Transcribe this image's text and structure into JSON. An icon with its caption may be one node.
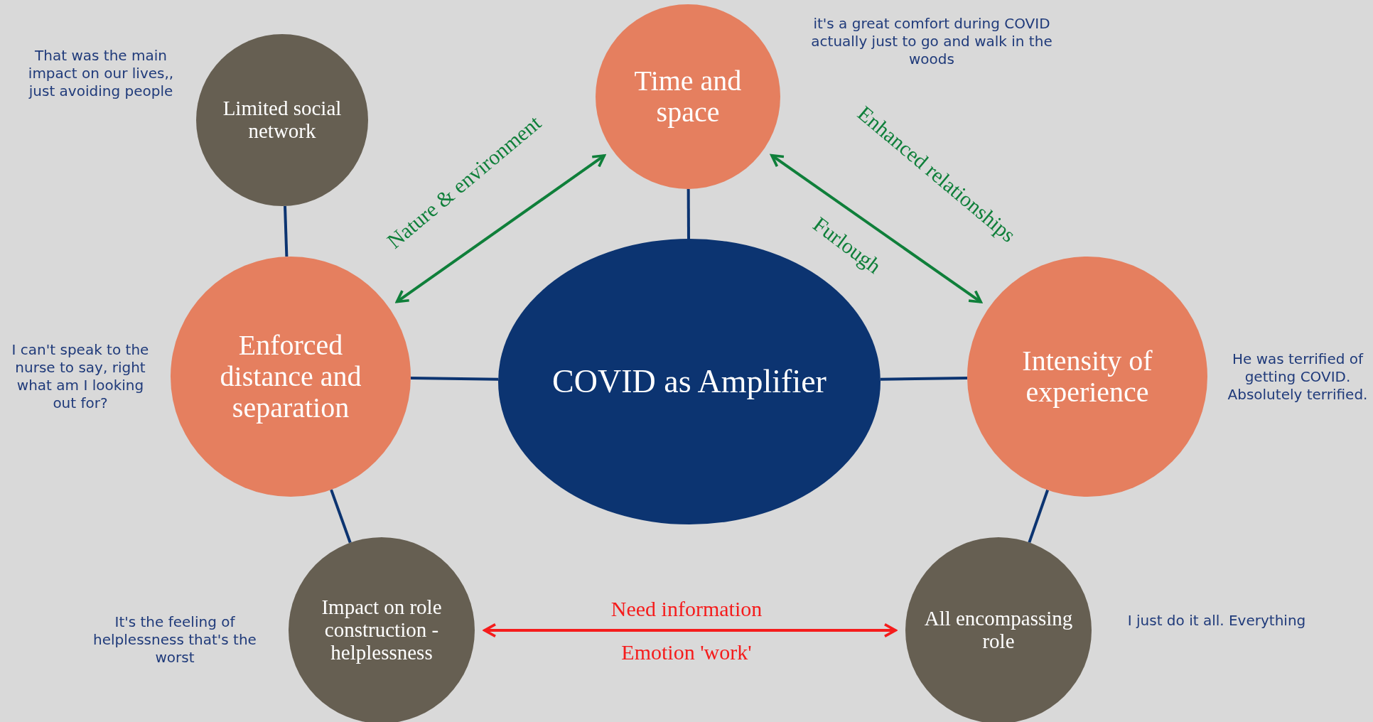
{
  "diagram": {
    "nodes": [
      {
        "text": [
          "Time and space"
        ],
        "beside": [
          "it's a great comfort during COVID actually just to go and walk in the woods"
        ]
      },
      {
        "text": [
          "Limited social network"
        ],
        "beside": [
          "That was the main impact on our lives,, just avoiding people"
        ]
      },
      {
        "text": [
          "Enforced distance and separation"
        ],
        "beside": [
          "I can't speak to the nurse to say, right what am I looking out for?"
        ]
      },
      {
        "text": [
          "COVID as Amplifier"
        ]
      },
      {
        "text": [
          "Intensity of experience"
        ],
        "beside": [
          "He was terrified of getting COVID. Absolutely terrified."
        ]
      },
      {
        "text": [
          "Impact on role construction  - helplessness"
        ],
        "beside": [
          "It's the feeling of helplessness that's the worst"
        ]
      },
      {
        "text": [
          "All encompassing role"
        ],
        "beside": [
          "I just do it all. Everything"
        ]
      }
    ],
    "edges": [
      {
        "from": 0,
        "to": 3,
        "arrow": "none"
      },
      {
        "from": 1,
        "to": 2,
        "arrow": "none"
      },
      {
        "from": 2,
        "to": 3,
        "arrow": "none"
      },
      {
        "from": 3,
        "to": 4,
        "arrow": "none"
      },
      {
        "from": 2,
        "to": 5,
        "arrow": "none"
      },
      {
        "from": 4,
        "to": 6,
        "arrow": "none"
      },
      {
        "from": 2,
        "to": 0,
        "arrow": "both",
        "label": "Nature & environment",
        "color": "#0f7f3a"
      },
      {
        "from": 0,
        "to": 4,
        "arrow": "both",
        "label": "Enhanced relationships",
        "color": "#0f7f3a"
      },
      {
        "from": 5,
        "to": 6,
        "arrow": "both",
        "label": "Need information",
        "color": "#f51c1c"
      }
    ],
    "labels": [
      "Furlough",
      "Emotion 'work'"
    ]
  }
}
